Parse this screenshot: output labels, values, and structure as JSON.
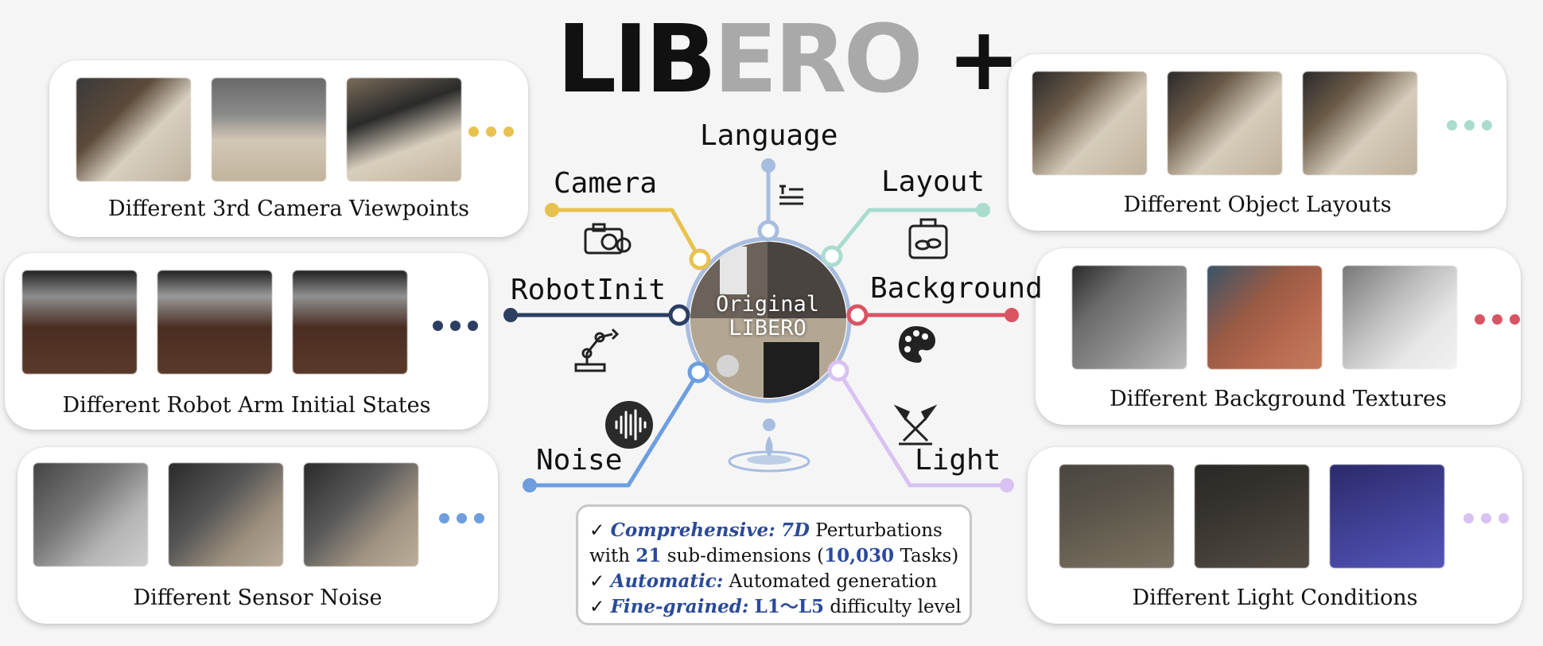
{
  "logo": {
    "part_dark": "LIB",
    "part_light": "ERO",
    "plus": "+"
  },
  "center": {
    "line1": "Original",
    "line2": "LIBERO"
  },
  "dimensions": {
    "language": "Language",
    "camera": "Camera",
    "layout": "Layout",
    "robotinit": "RobotInit",
    "background": "Background",
    "noise": "Noise",
    "light": "Light"
  },
  "colors": {
    "language": "#a7bde0",
    "camera": "#e8c24f",
    "layout": "#a9dccf",
    "robotinit": "#2c3e62",
    "background": "#d95462",
    "noise": "#6c9ee0",
    "light": "#d8c2f2"
  },
  "cards": {
    "camera": {
      "caption": "Different 3rd Camera Viewpoints"
    },
    "robot": {
      "caption": "Different Robot Arm Initial States"
    },
    "noise": {
      "caption": "Different Sensor Noise"
    },
    "layout": {
      "caption": "Different Object Layouts"
    },
    "background": {
      "caption": "Different Background Textures"
    },
    "light": {
      "caption": "Different Light Conditions"
    }
  },
  "info": {
    "l1_check": "✓",
    "l1_em": "Comprehensive:",
    "l1_num": "7D",
    "l1_rest": "Perturbations",
    "l2_a": "with",
    "l2_num": "21",
    "l2_b": "sub-dimensions (",
    "l2_num2": "10,030",
    "l2_c": "Tasks)",
    "l3_check": "✓",
    "l3_em": "Automatic:",
    "l3_rest": "Automated generation",
    "l4_check": "✓",
    "l4_em": "Fine-grained:",
    "l4_num": "L1～L5",
    "l4_rest": "difficulty level"
  },
  "icons": [
    "camera-icon",
    "text-lines-icon",
    "toolbox-icon",
    "robot-arm-icon",
    "palette-icon",
    "sound-wave-icon",
    "water-drop-icon",
    "spotlight-icon"
  ]
}
